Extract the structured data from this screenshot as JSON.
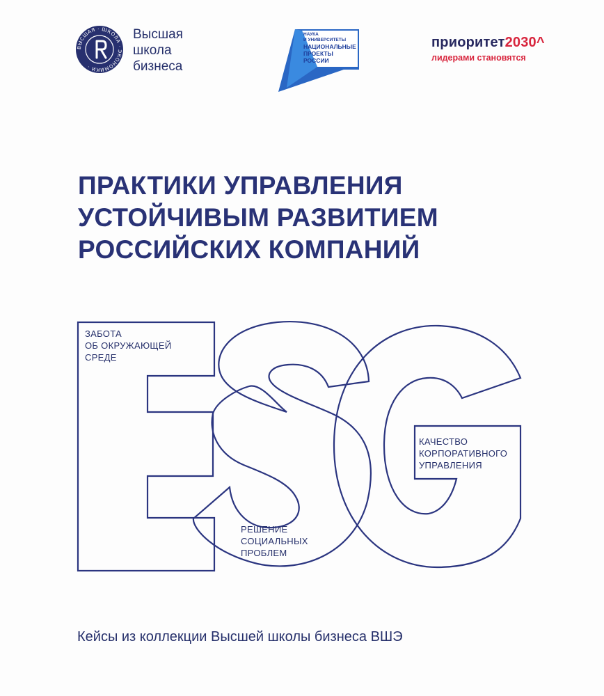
{
  "header": {
    "hse_logo": {
      "icon": "hse-seal-icon",
      "seal_text": "ВЫСШАЯ · ШКОЛА · ЭКОНОМИКИ ·",
      "name_lines": [
        "Высшая",
        "школа",
        "бизнеса"
      ]
    },
    "national_projects_logo": {
      "icon": "national-projects-icon",
      "small_lines": [
        "НАУКА",
        "И УНИВЕРСИТЕТЫ"
      ],
      "big_lines": [
        "НАЦИОНАЛЬНЫЕ",
        "ПРОЕКТЫ",
        "РОССИИ"
      ]
    },
    "priority_logo": {
      "main": "приоритет",
      "year": "2030^",
      "tagline": "лидерами становятся"
    }
  },
  "title_lines": [
    "ПРАКТИКИ УПРАВЛЕНИЯ",
    "УСТОЙЧИВЫМ РАЗВИТИЕМ",
    "РОССИЙСКИХ КОМПАНИЙ"
  ],
  "esg": {
    "letters_icon": "esg-outline-letters",
    "labels": {
      "e": [
        "ЗАБОТА",
        "ОБ ОКРУЖАЮЩЕЙ",
        "СРЕДЕ"
      ],
      "s": [
        "РЕШЕНИЕ",
        "СОЦИАЛЬНЫХ",
        "ПРОБЛЕМ"
      ],
      "g": [
        "КАЧЕСТВО",
        "КОРПОРАТИВНОГО",
        "УПРАВЛЕНИЯ"
      ]
    }
  },
  "subtitle": "Кейсы из коллекции Высшей школы бизнеса ВШЭ",
  "colors": {
    "navy": "#26306b",
    "np_blue": "#1f3f9c",
    "priority_red": "#d8253d"
  }
}
